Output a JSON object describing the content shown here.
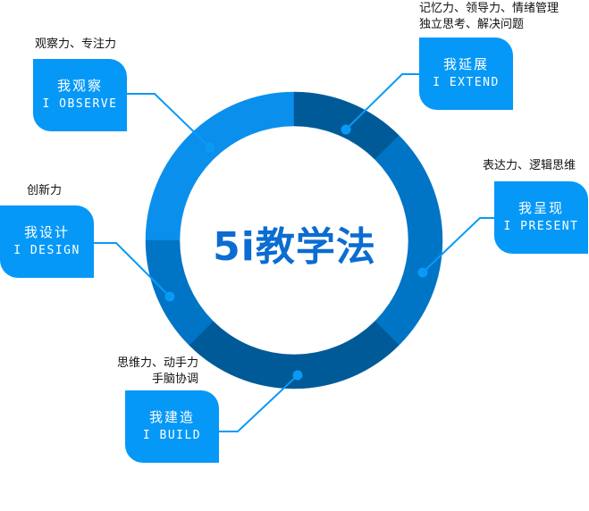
{
  "title": "5i教学法",
  "colors": {
    "light": "#0a90ec",
    "medium": "#0074c5",
    "dark": "#005a97",
    "box": "#0598f7",
    "line": "#0a9af5"
  },
  "items": [
    {
      "cn": "我观察",
      "en": "I OBSERVE",
      "skills": [
        "观察力、专注力"
      ]
    },
    {
      "cn": "我延展",
      "en": "I EXTEND",
      "skills": [
        "记忆力、领导力、情绪管理",
        "独立思考、解决问题"
      ]
    },
    {
      "cn": "我呈现",
      "en": "I PRESENT",
      "skills": [
        "表达力、逻辑思维"
      ]
    },
    {
      "cn": "我建造",
      "en": "I BUILD",
      "skills": [
        "思维力、动手力",
        "手脑协调"
      ]
    },
    {
      "cn": "我设计",
      "en": "I DESIGN",
      "skills": [
        "创新力"
      ]
    }
  ]
}
